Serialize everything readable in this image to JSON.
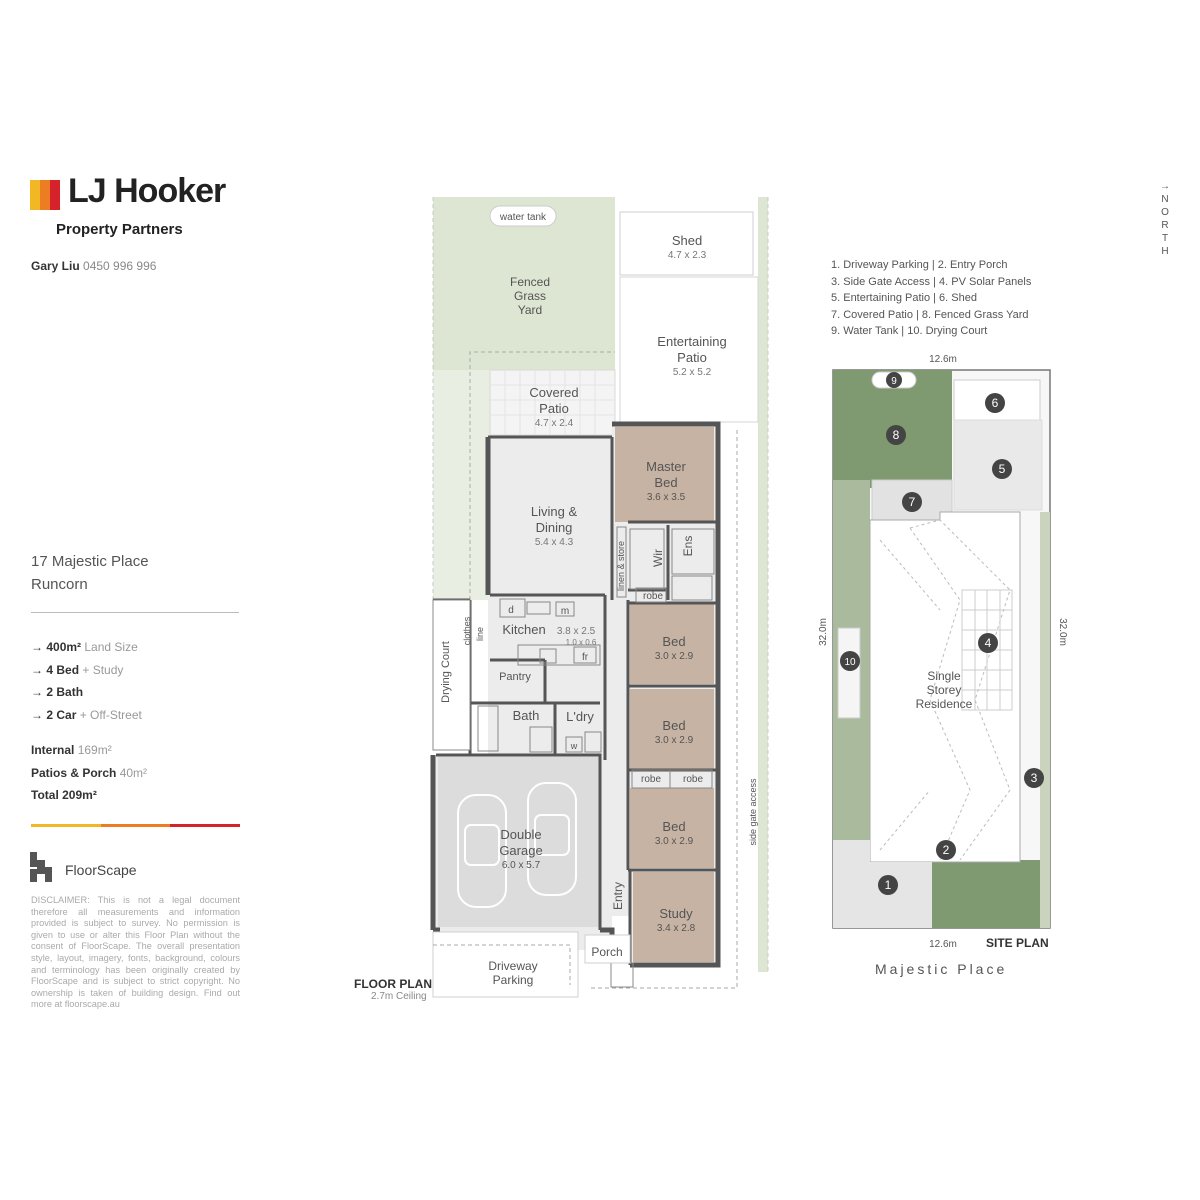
{
  "brand": {
    "name": "LJ Hooker",
    "subtitle": "Property Partners",
    "colors": [
      "#f2b724",
      "#ed7d22",
      "#d6232b"
    ]
  },
  "agent": {
    "name": "Gary Liu",
    "phone": "0450 996 996"
  },
  "address": {
    "line1": "17 Majestic Place",
    "line2": "Runcorn"
  },
  "features": [
    {
      "main": "400m²",
      "extra": "Land Size"
    },
    {
      "main": "4 Bed",
      "extra": "+ Study"
    },
    {
      "main": "2 Bath",
      "extra": ""
    },
    {
      "main": "2 Car",
      "extra": "+ Off-Street"
    }
  ],
  "areas": [
    {
      "label": "Internal",
      "value": "169m²"
    },
    {
      "label": "Patios & Porch",
      "value": "40m²"
    },
    {
      "label": "Total",
      "value": "209m²"
    }
  ],
  "floorscape": {
    "name": "FloorScape",
    "disclaimer": "DISCLAIMER: This is not a legal document therefore all measurements and information provided is subject to survey. No permission is given to use or alter this Floor Plan without the consent of FloorScape. The overall presentation style, layout, imagery, fonts, background, colours and terminology has been originally created by FloorScape and is subject to strict copyright. No ownership is taken of building design. Find out more at floorscape.au"
  },
  "floor_plan": {
    "title": "FLOOR PLAN",
    "ceiling": "2.7m Ceiling",
    "rooms": {
      "water_tank": "water tank",
      "fenced_yard": [
        "Fenced",
        "Grass",
        "Yard"
      ],
      "shed": "Shed",
      "shed_dim": "4.7 x 2.3",
      "ent_patio": [
        "Entertaining",
        "Patio"
      ],
      "ent_patio_dim": "5.2 x 5.2",
      "cov_patio": [
        "Covered",
        "Patio"
      ],
      "cov_patio_dim": "4.7 x 2.4",
      "master": [
        "Master",
        "Bed"
      ],
      "master_dim": "3.6 x 3.5",
      "living": [
        "Living &",
        "Dining"
      ],
      "living_dim": "5.4 x 4.3",
      "linen": "linen & store",
      "wir": "Wir",
      "ens": "Ens",
      "robe": "robe",
      "kitchen": "Kitchen",
      "kitchen_dim": "3.8 x 2.5",
      "island_dim": "1.0 x 0.6",
      "d": "d",
      "m": "m",
      "fr": "fr",
      "w": "w",
      "clothes_line": [
        "clothes",
        "line"
      ],
      "drying_court": "Drying Court",
      "pantry": "Pantry",
      "bath": "Bath",
      "laundry": "L'dry",
      "bed": "Bed",
      "bed_dim1": "3.0 x 2.9",
      "bed_dim2": "3.0 x 2.9",
      "bed_dim3": "3.0 x 2.9",
      "garage": [
        "Double",
        "Garage"
      ],
      "garage_dim": "6.0 x 5.7",
      "entry": "Entry",
      "porch": "Porch",
      "study": "Study",
      "study_dim": "3.4 x 2.8",
      "driveway": [
        "Driveway",
        "Parking"
      ],
      "side_gate": "side gate access"
    }
  },
  "site_plan": {
    "title": "SITE PLAN",
    "street": "Majestic Place",
    "north": [
      "N",
      "O",
      "R",
      "T",
      "H"
    ],
    "width_label": "12.6m",
    "depth_label": "32.0m",
    "residence": [
      "Single",
      "Storey",
      "Residence"
    ],
    "legend": [
      "1. Driveway Parking  |  2. Entry Porch",
      "3. Side Gate Access  |  4. PV Solar Panels",
      "5. Entertaining Patio  |  6. Shed",
      "7. Covered Patio  |  8. Fenced Grass Yard",
      "9. Water Tank  |  10. Drying Court"
    ],
    "markers": [
      "1",
      "2",
      "3",
      "4",
      "5",
      "6",
      "7",
      "8",
      "9",
      "10"
    ]
  }
}
